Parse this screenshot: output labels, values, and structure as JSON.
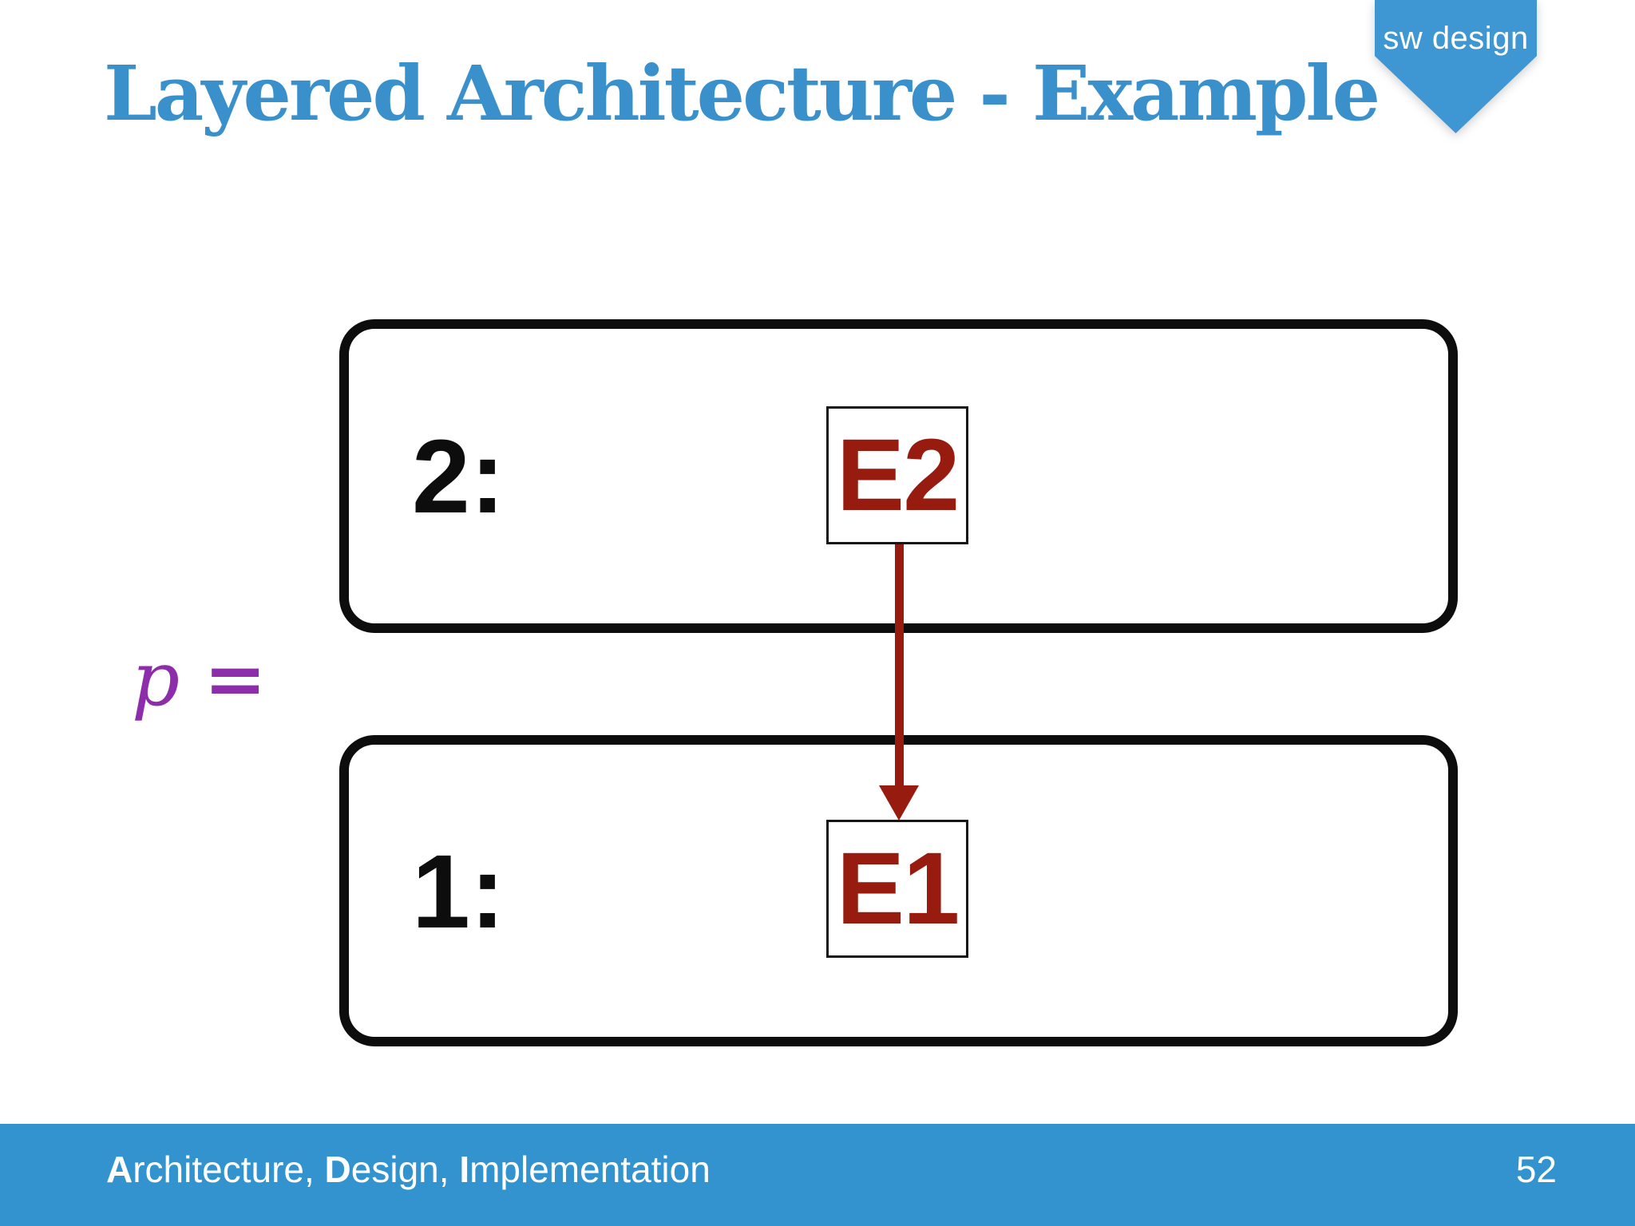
{
  "badge": {
    "label": "sw design"
  },
  "title": "Layered Architecture - Example",
  "diagram": {
    "layers": [
      {
        "label": "2:",
        "element": "E2"
      },
      {
        "label": "1:",
        "element": "E1"
      }
    ],
    "arrow": {
      "from": "E2",
      "to": "E1",
      "direction": "down"
    }
  },
  "equation": {
    "variable": "p",
    "operator": "="
  },
  "footer": {
    "credit_parts": [
      {
        "text": "A",
        "bold": true
      },
      {
        "text": "rchitecture, ",
        "bold": false
      },
      {
        "text": "D",
        "bold": true
      },
      {
        "text": "esign, ",
        "bold": false
      },
      {
        "text": "I",
        "bold": true
      },
      {
        "text": "mplementation",
        "bold": false
      }
    ],
    "page_number": "52"
  },
  "colors": {
    "title_blue": "#3a90cb",
    "badge_blue": "#3e96d3",
    "footer_blue": "#3293ce",
    "dark_red": "#971b0e",
    "purple": "#8e2dab",
    "box_black": "#0d0d0d"
  }
}
